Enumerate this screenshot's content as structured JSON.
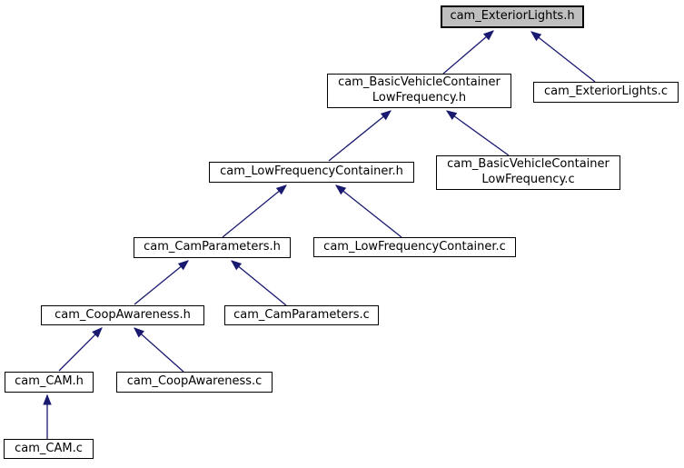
{
  "diagram": {
    "type": "include-dependency-graph",
    "title": "cam_ExteriorLights.h included-by graph",
    "colors": {
      "edge": "#191970",
      "node_border": "#000000",
      "node_fill": "#ffffff",
      "highlight_fill": "#bfbfbf",
      "text": "#000000",
      "background": "#ffffff"
    },
    "nodes": [
      {
        "id": "cam_ExteriorLights.h",
        "label": "cam_ExteriorLights.h",
        "highlighted": true
      },
      {
        "id": "cam_BasicVehicleContainerLowFrequency.h",
        "label": "cam_BasicVehicleContainer\nLowFrequency.h",
        "highlighted": false
      },
      {
        "id": "cam_ExteriorLights.c",
        "label": "cam_ExteriorLights.c",
        "highlighted": false
      },
      {
        "id": "cam_BasicVehicleContainerLowFrequency.c",
        "label": "cam_BasicVehicleContainer\nLowFrequency.c",
        "highlighted": false
      },
      {
        "id": "cam_LowFrequencyContainer.h",
        "label": "cam_LowFrequencyContainer.h",
        "highlighted": false
      },
      {
        "id": "cam_LowFrequencyContainer.c",
        "label": "cam_LowFrequencyContainer.c",
        "highlighted": false
      },
      {
        "id": "cam_CamParameters.h",
        "label": "cam_CamParameters.h",
        "highlighted": false
      },
      {
        "id": "cam_CamParameters.c",
        "label": "cam_CamParameters.c",
        "highlighted": false
      },
      {
        "id": "cam_CoopAwareness.h",
        "label": "cam_CoopAwareness.h",
        "highlighted": false
      },
      {
        "id": "cam_CoopAwareness.c",
        "label": "cam_CoopAwareness.c",
        "highlighted": false
      },
      {
        "id": "cam_CAM.h",
        "label": "cam_CAM.h",
        "highlighted": false
      },
      {
        "id": "cam_CAM.c",
        "label": "cam_CAM.c",
        "highlighted": false
      }
    ],
    "edges": [
      {
        "from": "cam_BasicVehicleContainerLowFrequency.h",
        "to": "cam_ExteriorLights.h"
      },
      {
        "from": "cam_ExteriorLights.c",
        "to": "cam_ExteriorLights.h"
      },
      {
        "from": "cam_LowFrequencyContainer.h",
        "to": "cam_BasicVehicleContainerLowFrequency.h"
      },
      {
        "from": "cam_BasicVehicleContainerLowFrequency.c",
        "to": "cam_BasicVehicleContainerLowFrequency.h"
      },
      {
        "from": "cam_CamParameters.h",
        "to": "cam_LowFrequencyContainer.h"
      },
      {
        "from": "cam_LowFrequencyContainer.c",
        "to": "cam_LowFrequencyContainer.h"
      },
      {
        "from": "cam_CoopAwareness.h",
        "to": "cam_CamParameters.h"
      },
      {
        "from": "cam_CamParameters.c",
        "to": "cam_CamParameters.h"
      },
      {
        "from": "cam_CAM.h",
        "to": "cam_CoopAwareness.h"
      },
      {
        "from": "cam_CoopAwareness.c",
        "to": "cam_CoopAwareness.h"
      },
      {
        "from": "cam_CAM.c",
        "to": "cam_CAM.h"
      }
    ]
  }
}
